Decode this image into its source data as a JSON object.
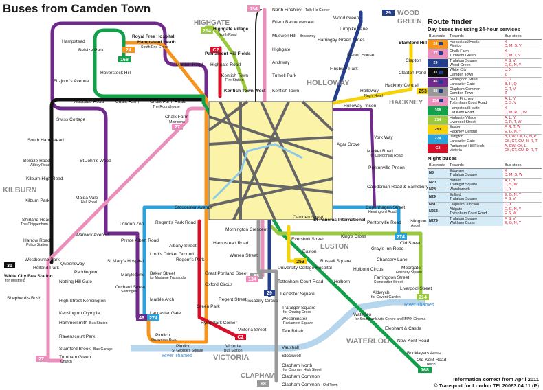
{
  "title": "Buses from Camden Town",
  "footer": {
    "line1": "Information correct from April 2011",
    "line2": "© Transport for London TFL20063.04.11 (P)"
  },
  "districts": [
    {
      "key": "highgate",
      "text": "HIGHGATE"
    },
    {
      "key": "wood",
      "text": "WOOD"
    },
    {
      "key": "green",
      "text": "GREEN"
    },
    {
      "key": "holloway",
      "text": "HOLLOWAY"
    },
    {
      "key": "hackney",
      "text": "HACKNEY"
    },
    {
      "key": "kilburn",
      "text": "KILBURN"
    },
    {
      "key": "euston",
      "text": "EUSTON"
    },
    {
      "key": "victoria",
      "text": "VICTORIA"
    },
    {
      "key": "waterloo",
      "text": "WATERLOO"
    },
    {
      "key": "clapham",
      "text": "CLAPHAM"
    }
  ],
  "rivers": [
    {
      "key": "r1",
      "text": "River Thames"
    },
    {
      "key": "r2",
      "text": "River Thames"
    }
  ],
  "stops": [
    {
      "key": "hampstead",
      "text": "Hampstead"
    },
    {
      "key": "belsize",
      "text": "Belsize Park"
    },
    {
      "key": "royalfree",
      "text": "Royal Free Hospital"
    },
    {
      "key": "hampsteadheath",
      "text": "Hampstead Heath"
    },
    {
      "key": "southend",
      "text": "South End Green"
    },
    {
      "key": "malden",
      "text": "Malden Road"
    },
    {
      "key": "haverstock",
      "text": "Haverstock Hill"
    },
    {
      "key": "fitzjohns",
      "text": "Fitzjohn's Avenue"
    },
    {
      "key": "highgatevillage",
      "text": "Highgate Village"
    },
    {
      "key": "northroad",
      "text": "North Road"
    },
    {
      "key": "parlhill",
      "text": "Parliament Hill Fields"
    },
    {
      "key": "highgaterd",
      "text": "Highgate Road"
    },
    {
      "key": "kentishtown",
      "text": "Kentish Town"
    },
    {
      "key": "firestation",
      "text": "Fire Station"
    },
    {
      "key": "kentishwest",
      "text": "Kentish Town West"
    },
    {
      "key": "kentishtown2",
      "text": "Kentish Town"
    },
    {
      "key": "northfinchley",
      "text": "North Finchley"
    },
    {
      "key": "tallyho",
      "text": "Tally Ho Corner"
    },
    {
      "key": "friern",
      "text": "Friern Barnet"
    },
    {
      "key": "townhall",
      "text": "Town Hall"
    },
    {
      "key": "muswell",
      "text": "Muswell Hill"
    },
    {
      "key": "broadway",
      "text": "Broadway"
    },
    {
      "key": "highgate",
      "text": "Highgate"
    },
    {
      "key": "archway",
      "text": "Archway"
    },
    {
      "key": "tufnell",
      "text": "Tufnell Park"
    },
    {
      "key": "woodgreen",
      "text": "Wood Green"
    },
    {
      "key": "turnpike",
      "text": "Turnpike Lane"
    },
    {
      "key": "harringay",
      "text": "Harringay Green Lanes"
    },
    {
      "key": "manorhouse",
      "text": "Manor House"
    },
    {
      "key": "finsbury",
      "text": "Finsbury Park"
    },
    {
      "key": "stamfordhill",
      "text": "Stamford Hill"
    },
    {
      "key": "clapton",
      "text": "Clapton"
    },
    {
      "key": "claptonpond",
      "text": "Clapton Pond"
    },
    {
      "key": "hackneycentral",
      "text": "Hackney Central"
    },
    {
      "key": "holloway",
      "text": "Holloway"
    },
    {
      "key": "nagshead",
      "text": "Nag's Head"
    },
    {
      "key": "hollowayprison",
      "text": "Holloway Prison"
    },
    {
      "key": "adelaide",
      "text": "Adelaide Road"
    },
    {
      "key": "chalkfarm",
      "text": "Chalk Farm"
    },
    {
      "key": "chalkfarmrd",
      "text": "Chalk Farm Road"
    },
    {
      "key": "roundhouse",
      "text": "The Roundhouse"
    },
    {
      "key": "chalkfarm2",
      "text": "Chalk Farm"
    },
    {
      "key": "morrisons",
      "text": "Morrisons"
    },
    {
      "key": "swisscottage",
      "text": "Swiss Cottage"
    },
    {
      "key": "southhamp",
      "text": "South Hampstead"
    },
    {
      "key": "belsizerd",
      "text": "Belsize Road"
    },
    {
      "key": "abbeyrd",
      "text": "Abbey Road"
    },
    {
      "key": "kilburnhigh",
      "text": "Kilburn High Road"
    },
    {
      "key": "kilburnpark",
      "text": "Kilburn Park"
    },
    {
      "key": "shirland",
      "text": "Shirland Road"
    },
    {
      "key": "chippenham",
      "text": "The Chippenham"
    },
    {
      "key": "harrow",
      "text": "Harrow Road"
    },
    {
      "key": "policestn",
      "text": "Police Station"
    },
    {
      "key": "westbourne",
      "text": "Westbourne Park"
    },
    {
      "key": "stjohns",
      "text": "St John's Wood"
    },
    {
      "key": "maidavale",
      "text": "Maida Vale"
    },
    {
      "key": "hallrd",
      "text": "Hall Road"
    },
    {
      "key": "warwick",
      "text": "Warwick Avenue"
    },
    {
      "key": "whitecity",
      "text": "White City Bus Station"
    },
    {
      "key": "westfield",
      "text": "for Westfield"
    },
    {
      "key": "hollandpark",
      "text": "Holland Park"
    },
    {
      "key": "shepherds",
      "text": "Shepherd's Bush"
    },
    {
      "key": "queensway",
      "text": "Queensway"
    },
    {
      "key": "notting",
      "text": "Notting Hill Gate"
    },
    {
      "key": "paddington",
      "text": "Paddington"
    },
    {
      "key": "stmarys",
      "text": "St Mary's Hospital"
    },
    {
      "key": "marylebone",
      "text": "Marylebone"
    },
    {
      "key": "highstken",
      "text": "High Street Kensington"
    },
    {
      "key": "kenolympia",
      "text": "Kensington Olympia"
    },
    {
      "key": "hammersmith",
      "text": "Hammersmith"
    },
    {
      "key": "busstation",
      "text": "Bus Station"
    },
    {
      "key": "ravenscourt",
      "text": "Ravenscourt Park"
    },
    {
      "key": "stamfordbrook",
      "text": "Stamford Brook"
    },
    {
      "key": "busgarage",
      "text": "Bus Garage"
    },
    {
      "key": "turnhamgreen",
      "text": "Turnham Green"
    },
    {
      "key": "church",
      "text": "Church"
    },
    {
      "key": "gloucester",
      "text": "Gloucester Avenue"
    },
    {
      "key": "regentspark",
      "text": "Regent's Park Road"
    },
    {
      "key": "londonzoo",
      "text": "London Zoo"
    },
    {
      "key": "princealbert",
      "text": "Prince Albert Road"
    },
    {
      "key": "albany",
      "text": "Albany Street"
    },
    {
      "key": "lords",
      "text": "Lord's Cricket Ground"
    },
    {
      "key": "regentspark2",
      "text": "Regent's Park"
    },
    {
      "key": "bakerst",
      "text": "Baker Street"
    },
    {
      "key": "tussauds",
      "text": "for Madame Tussaud's"
    },
    {
      "key": "orchardst",
      "text": "Orchard Street"
    },
    {
      "key": "selfridges",
      "text": "Selfridges"
    },
    {
      "key": "marblearch",
      "text": "Marble Arch"
    },
    {
      "key": "lancaster",
      "text": "Lancaster Gate"
    },
    {
      "key": "mornington",
      "text": "Mornington Crescent"
    },
    {
      "key": "hampsteadrd",
      "text": "Hampstead Road"
    },
    {
      "key": "warrenst",
      "text": "Warren Street"
    },
    {
      "key": "greatportland",
      "text": "Great Portland Street"
    },
    {
      "key": "oxfordcircus",
      "text": "Oxford Circus"
    },
    {
      "key": "regentst",
      "text": "Regent Street"
    },
    {
      "key": "greenpark",
      "text": "Green Park"
    },
    {
      "key": "piccadilly",
      "text": "Piccadilly Circus"
    },
    {
      "key": "hydepark",
      "text": "Hyde Park Corner"
    },
    {
      "key": "victoriast",
      "text": "Victoria Street"
    },
    {
      "key": "pimlico",
      "text": "Pimlico"
    },
    {
      "key": "grosvenor",
      "text": "Grosvenor Road"
    },
    {
      "key": "pimlico2",
      "text": "Pimlico"
    },
    {
      "key": "stgeorges",
      "text": "St George's Square"
    },
    {
      "key": "victoria",
      "text": "Victoria"
    },
    {
      "key": "bussta2",
      "text": "Bus Station"
    },
    {
      "key": "camdenst",
      "text": "Camden Street"
    },
    {
      "key": "stpancras",
      "text": "St Pancras International"
    },
    {
      "key": "eversholt",
      "text": "Eversholt Street"
    },
    {
      "key": "kingscross",
      "text": "King's Cross"
    },
    {
      "key": "euston",
      "text": "Euston"
    },
    {
      "key": "russellsq",
      "text": "Russell Square"
    },
    {
      "key": "uch",
      "text": "University College Hospital"
    },
    {
      "key": "tottenham",
      "text": "Tottenham Court Road"
    },
    {
      "key": "holborn",
      "text": "Holborn"
    },
    {
      "key": "holborncircus",
      "text": "Holborn Circus"
    },
    {
      "key": "leicester",
      "text": "Leicester Square"
    },
    {
      "key": "trafalgar",
      "text": "Trafalgar Square"
    },
    {
      "key": "charingx",
      "text": "for Charing Cross"
    },
    {
      "key": "westminster",
      "text": "Westminster"
    },
    {
      "key": "parlsq",
      "text": "Parliament Square"
    },
    {
      "key": "tatebritain",
      "text": "Tate Britain"
    },
    {
      "key": "vauxhall",
      "text": "Vauxhall"
    },
    {
      "key": "stockwell",
      "text": "Stockwell"
    },
    {
      "key": "claphamnorth",
      "text": "Clapham North"
    },
    {
      "key": "claphamhigh",
      "text": "for Clapham High Street"
    },
    {
      "key": "claphamcommon",
      "text": "Clapham Common"
    },
    {
      "key": "claphamcommon2",
      "text": "Clapham Common"
    },
    {
      "key": "oldtown",
      "text": "Old Town"
    },
    {
      "key": "yorkway",
      "text": "York Way"
    },
    {
      "key": "agargrove",
      "text": "Agar Grove"
    },
    {
      "key": "marketrd",
      "text": "Market Road"
    },
    {
      "key": "caledonianrd",
      "text": "for Caledonian Road"
    },
    {
      "key": "pentonprison",
      "text": "Pentonville Prison"
    },
    {
      "key": "caledonian",
      "text": "Caledonian Road & Barnsbury"
    },
    {
      "key": "copenhagen",
      "text": "Copenhagen Street"
    },
    {
      "key": "hemingford",
      "text": "Hemingford Road"
    },
    {
      "key": "pentonrd",
      "text": "Pentonville Road"
    },
    {
      "key": "islington",
      "text": "Islington"
    },
    {
      "key": "angel",
      "text": "Angel"
    },
    {
      "key": "oldst",
      "text": "Old Street"
    },
    {
      "key": "graysinn",
      "text": "Gray's Inn Road"
    },
    {
      "key": "chancery",
      "text": "Chancery Lane"
    },
    {
      "key": "moorgate",
      "text": "Moorgate"
    },
    {
      "key": "finsburysq",
      "text": "Finsbury Square"
    },
    {
      "key": "farringdon",
      "text": "Farringdon Street"
    },
    {
      "key": "stonecutter",
      "text": "Stonecutter Street"
    },
    {
      "key": "liverpool",
      "text": "Liverpool Street"
    },
    {
      "key": "aldwych",
      "text": "Aldwych"
    },
    {
      "key": "coventgarden",
      "text": "for Covent Garden"
    },
    {
      "key": "waterloo",
      "text": "Waterloo"
    },
    {
      "key": "southbank",
      "text": "for Southbank Arts Centre and IMAX Cinema"
    },
    {
      "key": "elephant",
      "text": "Elephant & Castle"
    },
    {
      "key": "newkent",
      "text": "New Kent Road"
    },
    {
      "key": "bricklayers",
      "text": "Bricklayers Arms"
    },
    {
      "key": "oldkent",
      "text": "Old Kent Road"
    },
    {
      "key": "tesco",
      "text": "Tesco"
    }
  ],
  "badges": [
    {
      "key": "b29",
      "text": "29"
    },
    {
      "key": "b24",
      "text": "24"
    },
    {
      "key": "b168",
      "text": "168"
    },
    {
      "key": "b214",
      "text": "214"
    },
    {
      "key": "bc2",
      "text": "C2"
    },
    {
      "key": "b134",
      "text": "134"
    },
    {
      "key": "b27a",
      "text": "27"
    },
    {
      "key": "b253",
      "text": "253"
    },
    {
      "key": "b31",
      "text": "31"
    },
    {
      "key": "b88",
      "text": "88"
    },
    {
      "key": "b46",
      "text": "46"
    },
    {
      "key": "b274",
      "text": "274"
    },
    {
      "key": "b274b",
      "text": "274"
    },
    {
      "key": "b214b",
      "text": "214"
    },
    {
      "key": "b253b",
      "text": "253"
    },
    {
      "key": "b134b",
      "text": "134"
    },
    {
      "key": "b29b",
      "text": "29"
    },
    {
      "key": "bc2b",
      "text": "C2"
    },
    {
      "key": "b27b",
      "text": "27"
    },
    {
      "key": "b88b",
      "text": "88"
    },
    {
      "key": "b168b",
      "text": "168"
    }
  ],
  "route_finder": {
    "title": "Route finder",
    "subtitle": "Day buses including 24-hour services",
    "headers": [
      "Bus route",
      "Towards",
      "Bus stops"
    ],
    "rows": [
      {
        "route": "24",
        "color": "#f7941d",
        "night": true,
        "towards": [
          "Hampstead Heath",
          "Pimlico"
        ],
        "stops": [
          "X",
          "D, M, S, V"
        ]
      },
      {
        "route": "27",
        "color": "#ea8fbb",
        "night": true,
        "towards": [
          "Chalk Farm",
          "Turnham Green"
        ],
        "stops": [
          "X",
          "D, M, T, V"
        ]
      },
      {
        "route": "29",
        "color": "#253f8c",
        "night": true,
        "towards": [
          "Trafalgar Square",
          "Wood Green"
        ],
        "stops": [
          "F, S, V",
          "E, G, N, Y"
        ]
      },
      {
        "route": "31",
        "color": "#111111",
        "night": true,
        "towards": [
          "White City",
          "Camden Town"
        ],
        "stops": [
          "U, X",
          "Z"
        ]
      },
      {
        "route": "46",
        "color": "#6f2a8c",
        "night": true,
        "towards": [
          "Farringdon Street",
          "Lancaster Gate"
        ],
        "stops": [
          "D, J",
          "B, H, Q"
        ]
      },
      {
        "route": "88",
        "color": "#999999",
        "night": true,
        "towards": [
          "Clapham Common",
          "Camden Town"
        ],
        "stops": [
          "C, T, V",
          "Z"
        ]
      },
      {
        "route": "134",
        "color": "#ea8fbb",
        "night": true,
        "towards": [
          "North Finchley",
          "Tottenham Court Road"
        ],
        "stops": [
          "A, L, Y",
          "D, S, V"
        ]
      },
      {
        "route": "168",
        "color": "#13a04a",
        "night": false,
        "towards": [
          "Hampstead Heath",
          "Old Kent Road"
        ],
        "stops": [
          "X",
          "D, M, R, T, W"
        ]
      },
      {
        "route": "214",
        "color": "#9ac93c",
        "night": false,
        "towards": [
          "Highgate Village",
          "Liverpool Street"
        ],
        "stops": [
          "A, L, Y",
          "D, R, T, W"
        ]
      },
      {
        "route": "253",
        "color": "#f5d20a",
        "night": false,
        "towards": [
          "Euston",
          "Hackney Central"
        ],
        "stops": [
          "F, R, T, W",
          "E, G, N, Y"
        ]
      },
      {
        "route": "274",
        "color": "#2aa2dc",
        "night": false,
        "towards": [
          "Islington",
          "Lancaster Gate"
        ],
        "stops": [
          "B, CW, CX, G, N, P",
          "CS, CT, CU, H, R, T"
        ]
      },
      {
        "route": "C2",
        "color": "#d7102a",
        "night": false,
        "towards": [
          "Parliament Hill Fields",
          "Victoria"
        ],
        "stops": [
          "A, CW, CX, L",
          "CS, CT, CU, D, R, T"
        ]
      }
    ]
  },
  "night_buses": {
    "title": "Night buses",
    "headers": [
      "Bus route",
      "Towards",
      "Bus stops"
    ],
    "rows": [
      {
        "route": "N5",
        "towards": [
          "Edgware",
          "Trafalgar Square"
        ],
        "stops": [
          "X",
          "D, M, S, W"
        ]
      },
      {
        "route": "N20",
        "towards": [
          "Barnet",
          "Trafalgar Square"
        ],
        "stops": [
          "A, L, Y",
          "D, S, W"
        ]
      },
      {
        "route": "N28",
        "towards": [
          "Wandsworth"
        ],
        "stops": [
          "U, X"
        ]
      },
      {
        "route": "N29",
        "towards": [
          "Enfield",
          "Trafalgar Square"
        ],
        "stops": [
          "E, G, N, Y",
          "F, S, V"
        ]
      },
      {
        "route": "N31",
        "towards": [
          "Clapham Junction"
        ],
        "stops": [
          "U, X"
        ]
      },
      {
        "route": "N253",
        "towards": [
          "Aldgate",
          "Tottenham Court Road"
        ],
        "stops": [
          "E, G, N, Y",
          "F, S, W"
        ]
      },
      {
        "route": "N279",
        "towards": [
          "Trafalgar Square",
          "Waltham Cross"
        ],
        "stops": [
          "F, S, V",
          "E, G, N, Y"
        ]
      }
    ]
  }
}
